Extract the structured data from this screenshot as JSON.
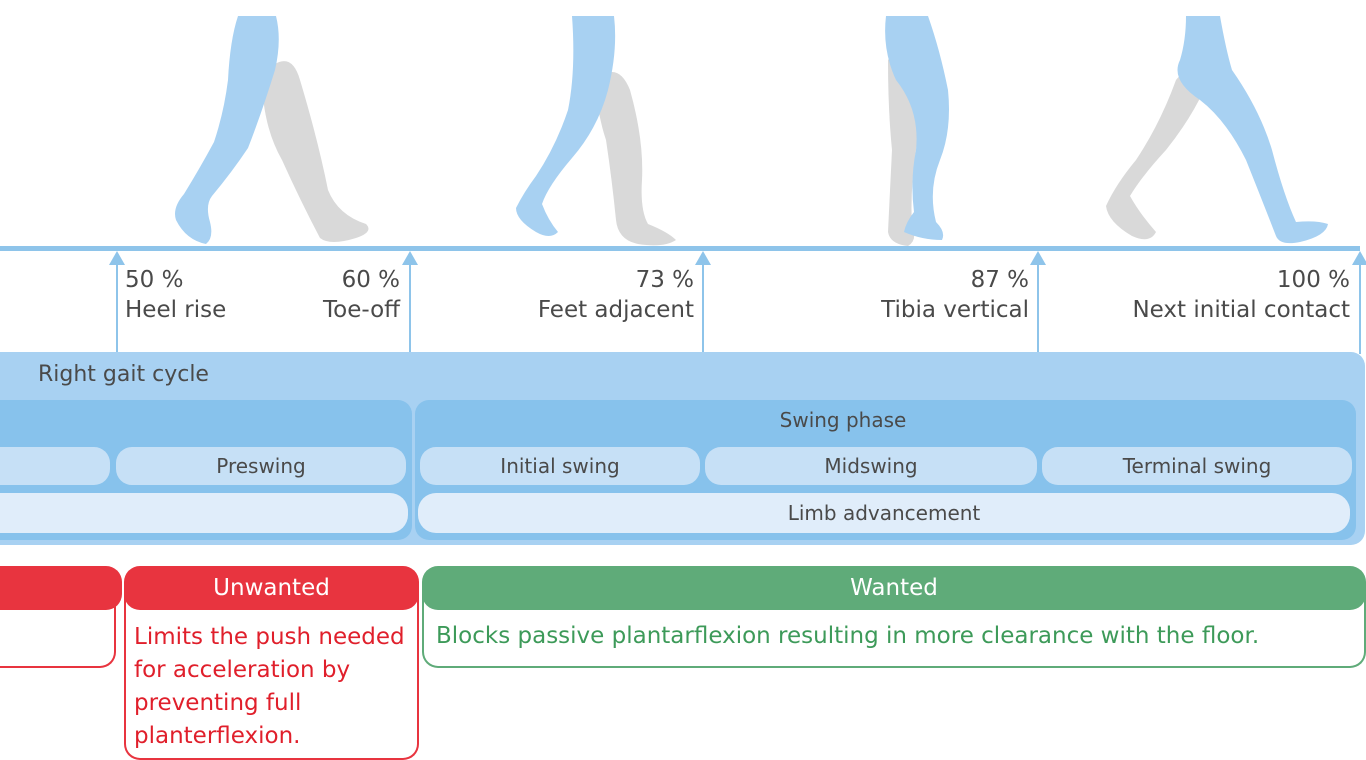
{
  "colors": {
    "timeline": "#8ec4ea",
    "limb_front": "#a8d1f2",
    "limb_back": "#d9d9d9",
    "cycle_bg": "#a8d1f2",
    "phase_bg": "#87c2ec",
    "subphase_bg": "#c6e0f6",
    "task_bg": "#e0edfa",
    "unwanted": "#e8343f",
    "wanted": "#5fab79"
  },
  "markers": [
    {
      "percent": "50 %",
      "event": "Heel rise"
    },
    {
      "percent": "60 %",
      "event": "Toe-off"
    },
    {
      "percent": "73 %",
      "event": "Feet adjacent"
    },
    {
      "percent": "87 %",
      "event": "Tibia vertical"
    },
    {
      "percent": "100 %",
      "event": "Next initial contact"
    }
  ],
  "cycle": {
    "title": "Right gait cycle",
    "swing_phase": "Swing phase",
    "subphases": [
      "Preswing",
      "Initial swing",
      "Midswing",
      "Terminal swing"
    ],
    "task": "Limb advancement"
  },
  "effects": [
    {
      "label": "Unwanted",
      "text": "Limits the push needed for acceleration by preventing full planterflexion."
    },
    {
      "label": "Wanted",
      "text": "Blocks passive plantarflexion resulting in more clearance with the floor."
    }
  ]
}
